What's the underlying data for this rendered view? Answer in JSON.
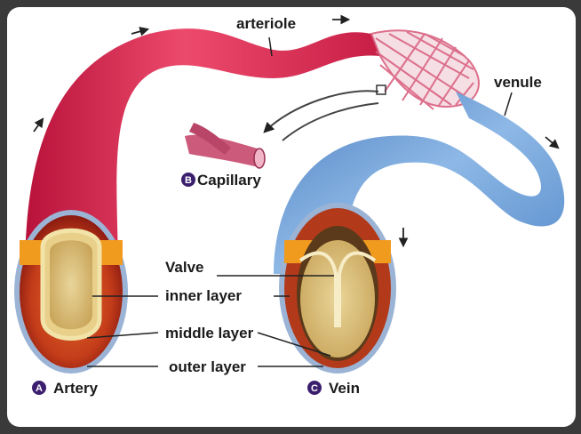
{
  "labels": {
    "arteriole": "arteriole",
    "venule": "venule",
    "capillary": "Capillary",
    "valve": "Valve",
    "inner_layer": "inner layer",
    "middle_layer": "middle layer",
    "outer_layer": "outer layer",
    "artery": "Artery",
    "vein": "Vein"
  },
  "badges": {
    "artery": "A",
    "capillary": "B",
    "vein": "C"
  },
  "colors": {
    "artery": "#e0325a",
    "vein": "#6b9fd6",
    "capillary_net": "#d9607f",
    "badge": "#3b1f6e"
  }
}
